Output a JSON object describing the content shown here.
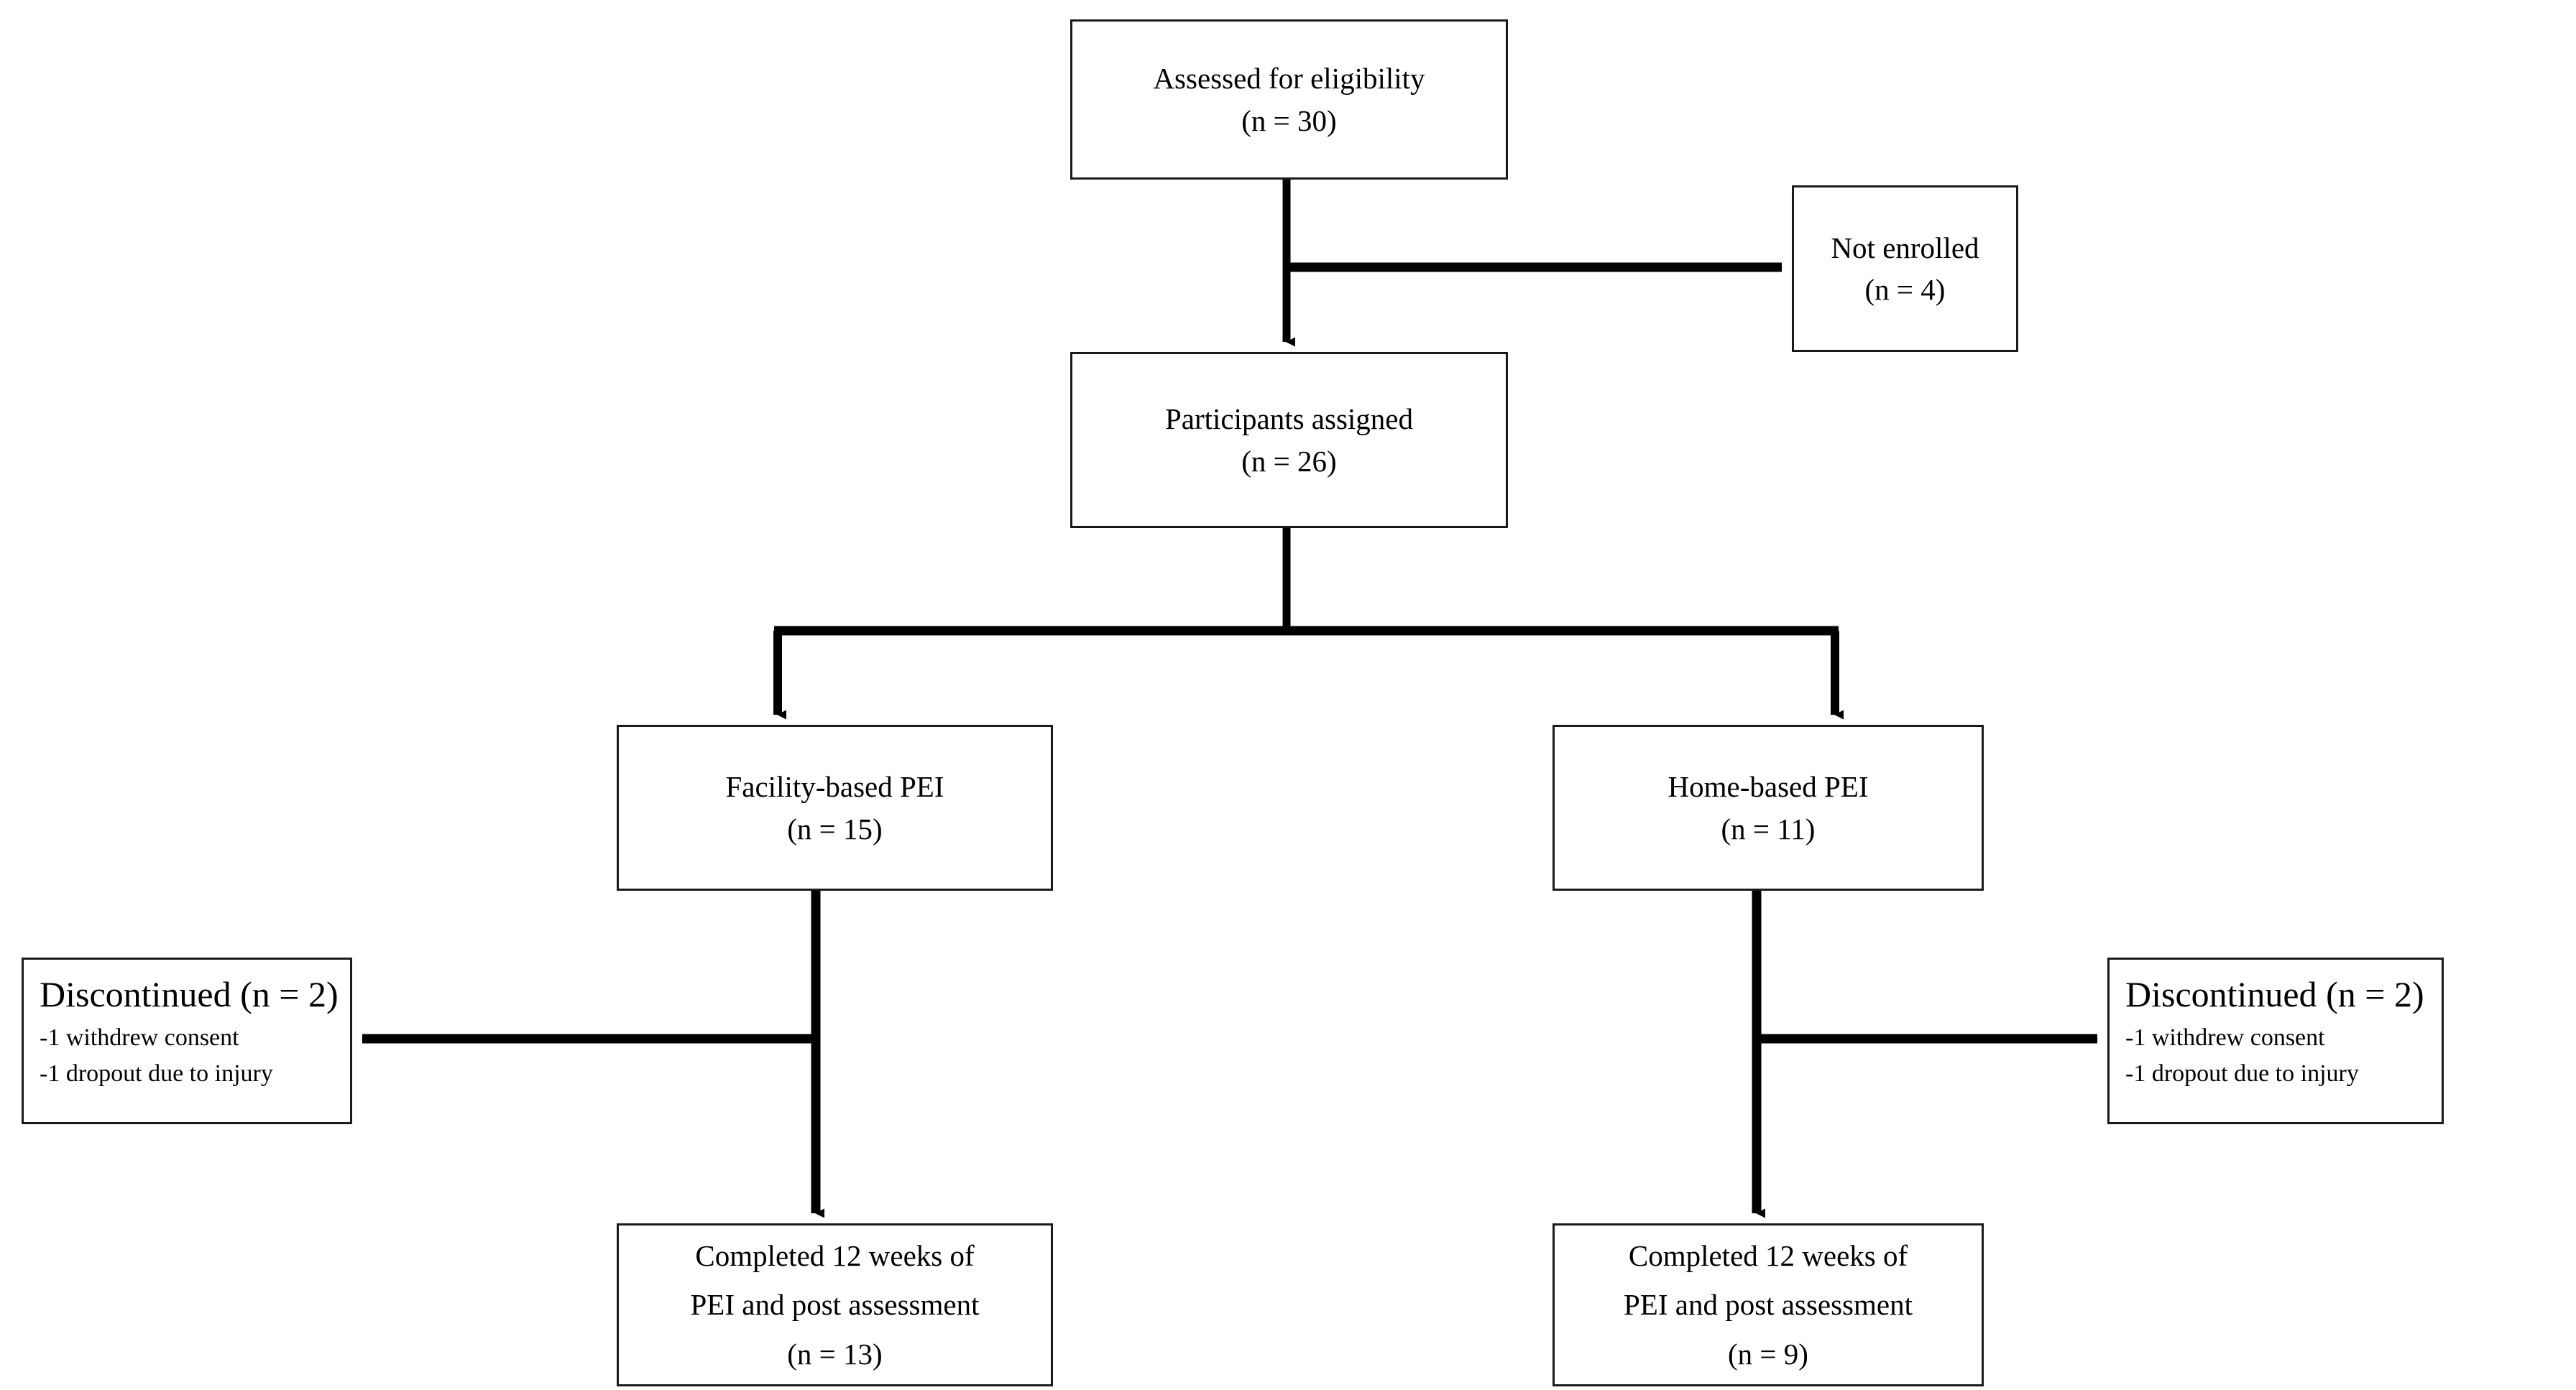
{
  "diagram": {
    "type": "consort-flow-diagram",
    "title": "",
    "line_color": "#000000",
    "box_border_color": "#1a1a1a",
    "background_color": "#ffffff",
    "nodes": {
      "assessed": {
        "label": "Assessed for eligibility",
        "count": "(n = 30)",
        "n": 30
      },
      "not_enrolled": {
        "label": "Not enrolled",
        "count": "(n = 4)",
        "n": 4
      },
      "assigned": {
        "label": "Participants assigned",
        "count": "(n = 26)",
        "n": 26
      },
      "facility_arm": {
        "label": "Facility-based PEI",
        "count": "(n = 15)",
        "n": 15
      },
      "home_arm": {
        "label": "Home-based PEI",
        "count": "(n = 11)",
        "n": 11
      },
      "discontinued_left": {
        "title": "Discontinued (n = 2)",
        "n": 2,
        "reason_1": "-1 withdrew consent",
        "reason_2": "-1 dropout due to injury"
      },
      "discontinued_right": {
        "title": "Discontinued (n = 2)",
        "n": 2,
        "reason_1": "-1 withdrew consent",
        "reason_2": "-1 dropout due to injury"
      },
      "completed_left": {
        "line_1": "Completed 12 weeks of",
        "line_2": "PEI and post assessment",
        "count": "(n = 13)",
        "n": 13
      },
      "completed_right": {
        "line_1": "Completed 12 weeks of",
        "line_2": "PEI and post assessment",
        "count": "(n = 9)",
        "n": 9
      }
    },
    "edges": [
      {
        "from": "assessed",
        "to": "assigned",
        "style": "arrow-down"
      },
      {
        "from": "assessed",
        "to": "not_enrolled",
        "style": "arrow-right"
      },
      {
        "from": "assigned",
        "to": "facility_arm",
        "style": "fork-arrow-down"
      },
      {
        "from": "assigned",
        "to": "home_arm",
        "style": "fork-arrow-down"
      },
      {
        "from": "facility_arm",
        "to": "discontinued_left",
        "style": "arrow-left"
      },
      {
        "from": "facility_arm",
        "to": "completed_left",
        "style": "arrow-down"
      },
      {
        "from": "home_arm",
        "to": "discontinued_right",
        "style": "arrow-right"
      },
      {
        "from": "home_arm",
        "to": "completed_right",
        "style": "arrow-down"
      }
    ]
  }
}
